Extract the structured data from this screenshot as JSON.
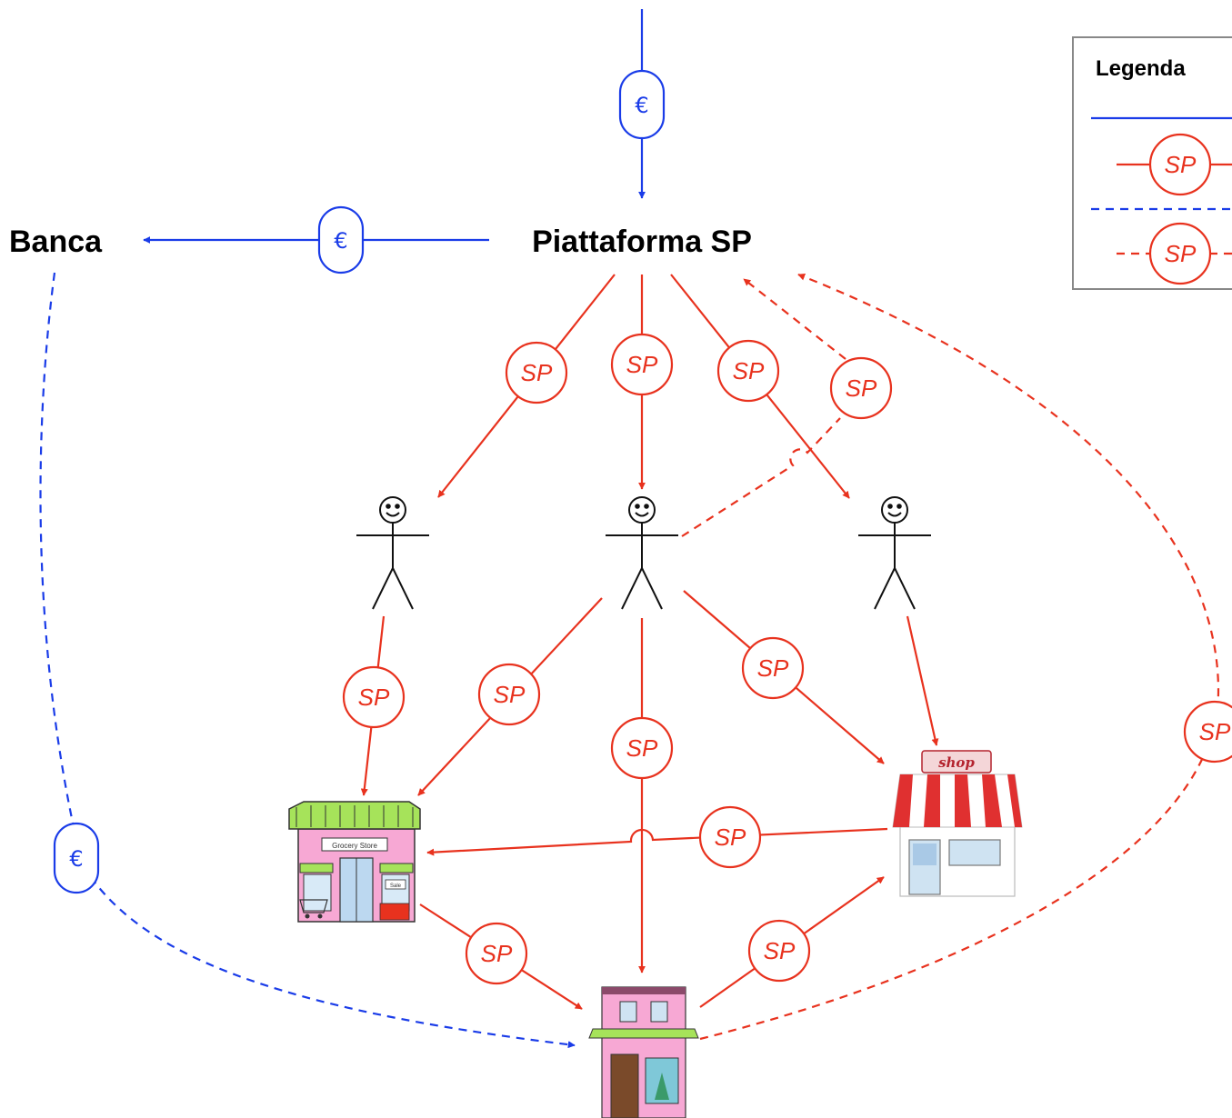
{
  "nodes": {
    "platform": "Piattaforma SP",
    "bank": "Banca"
  },
  "token_labels": {
    "sp": "SP",
    "euro": "€"
  },
  "shop_sign": "shop",
  "grocery_sign": "Grocery Store",
  "grocery_sale": "Sale",
  "legend": {
    "title": "Legenda"
  },
  "colors": {
    "euro_flow": "#1a3ce8",
    "sp_flow": "#e8321e"
  }
}
